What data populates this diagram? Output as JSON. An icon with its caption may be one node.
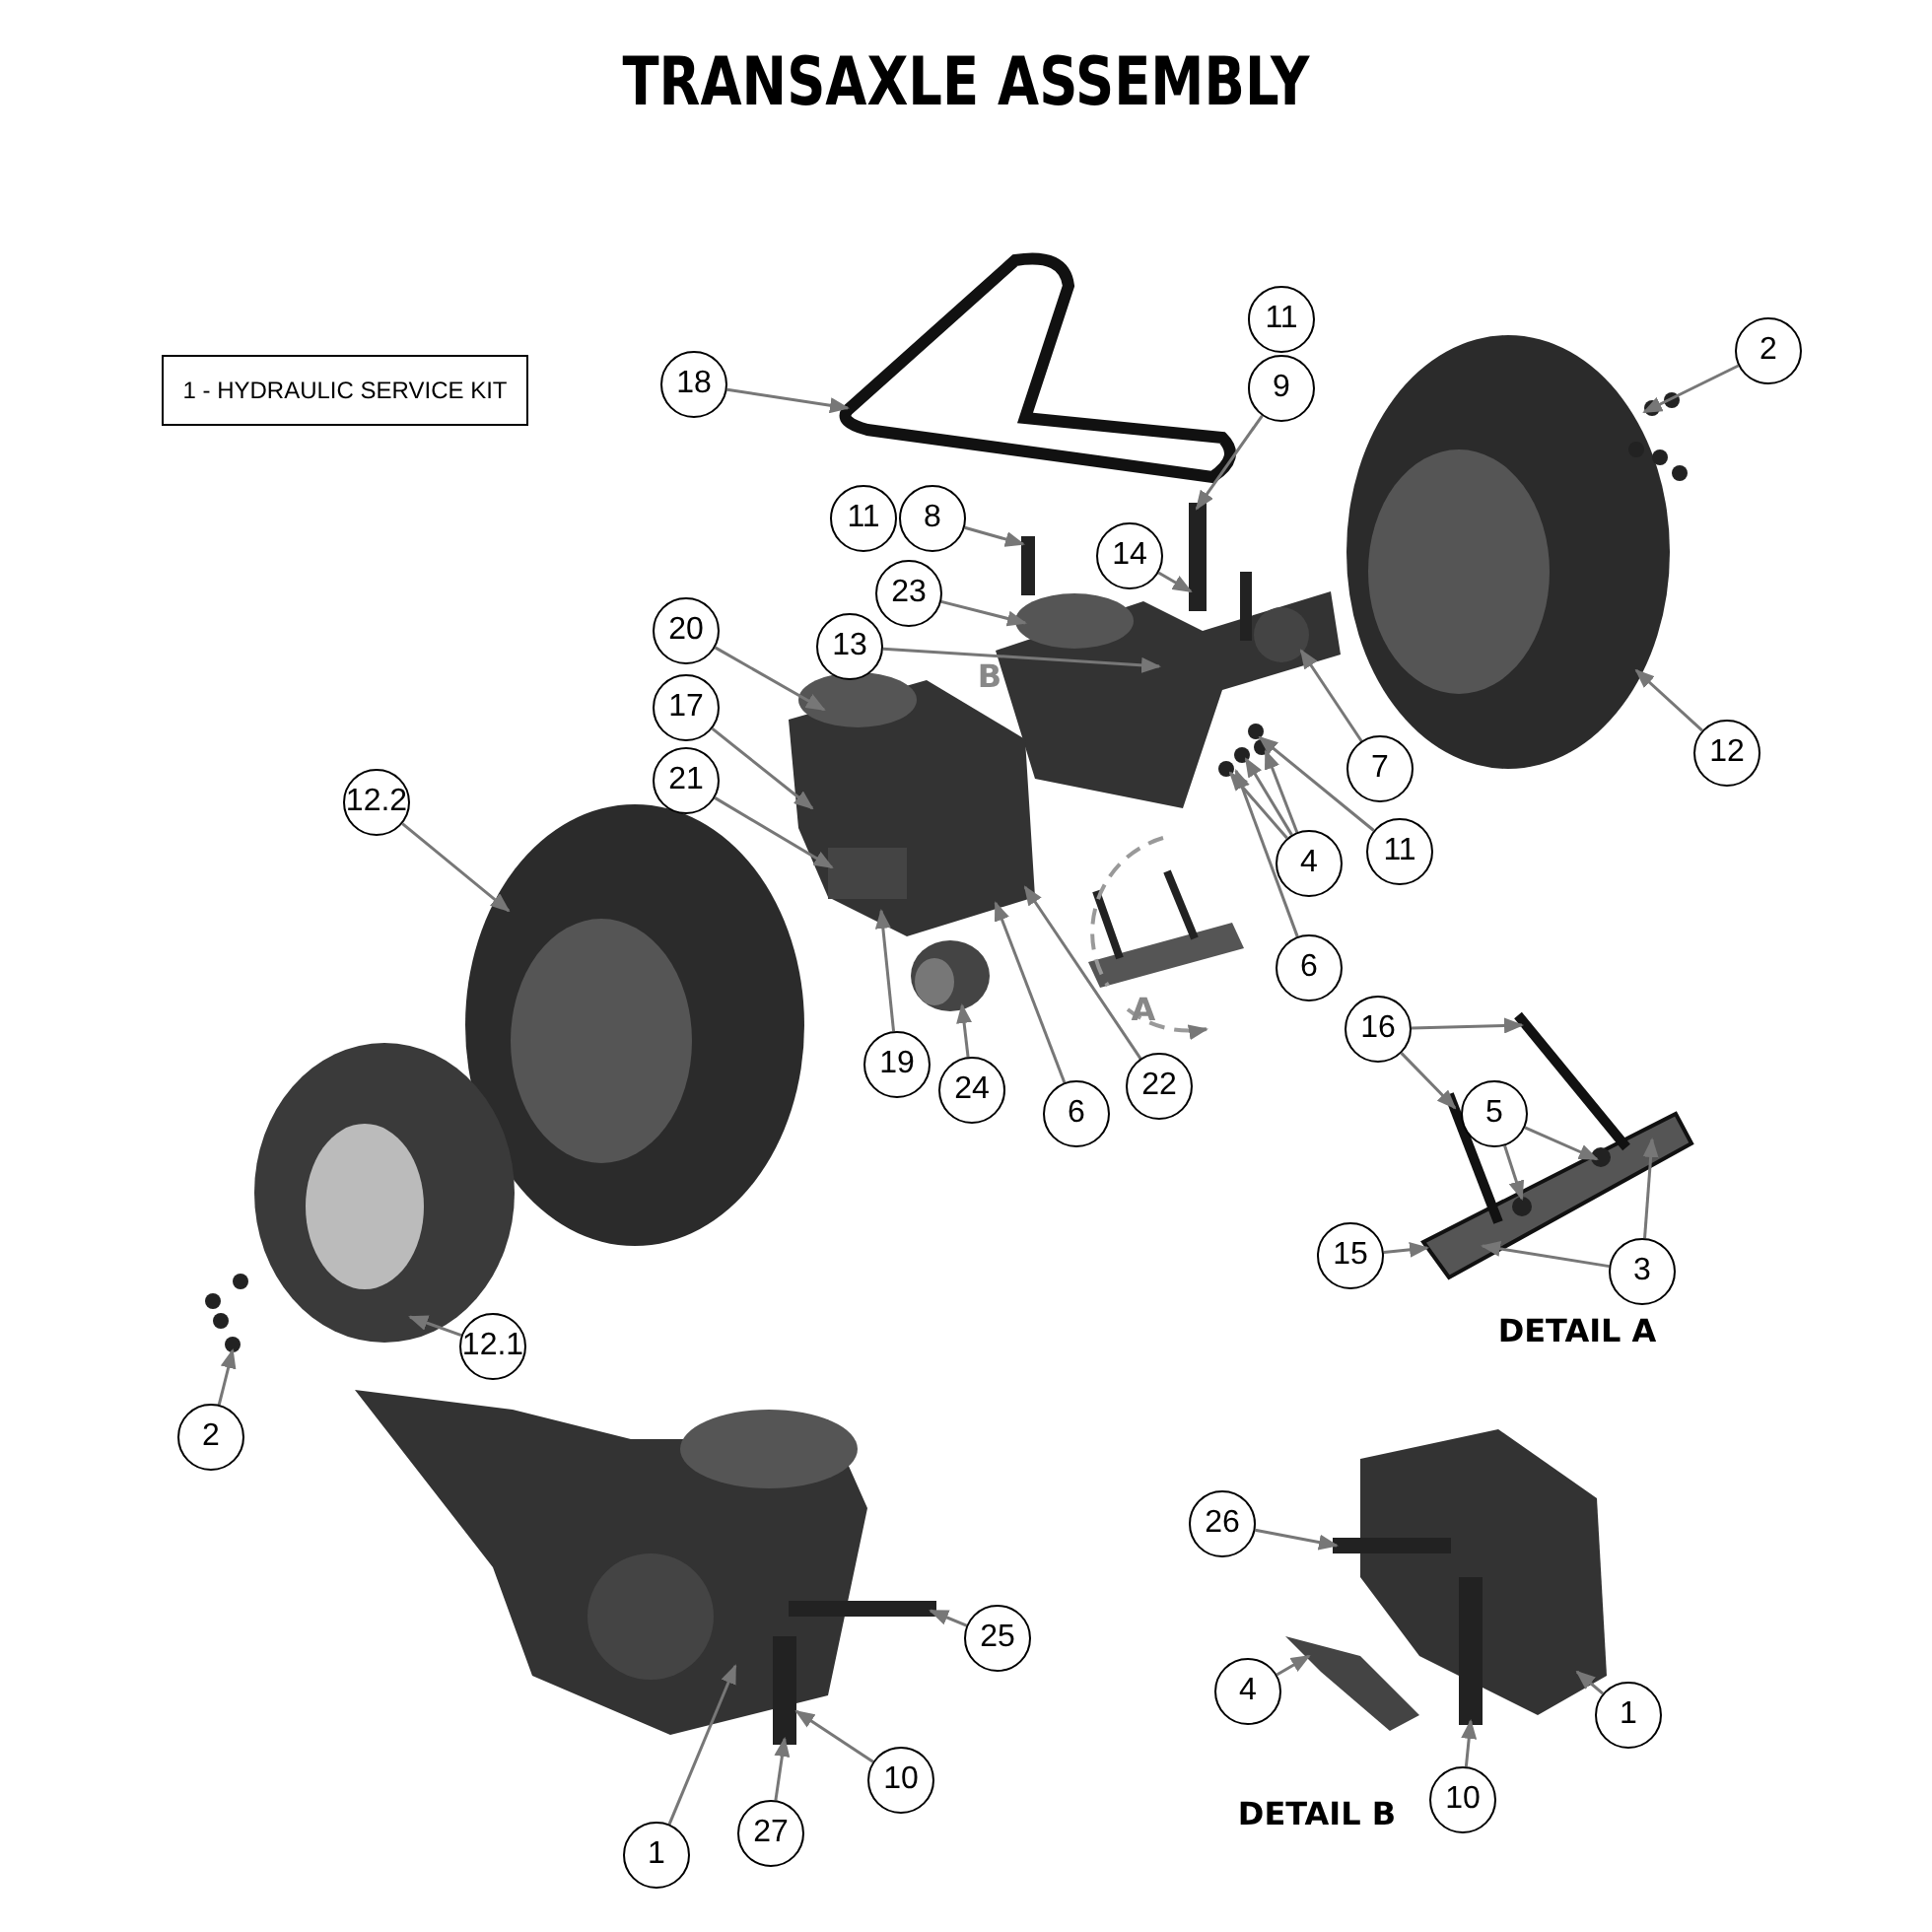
{
  "diagram": {
    "title": "TRANSAXLE ASSEMBLY",
    "nodes": [
      {
        "text": [
          "18"
        ]
      },
      {
        "text": [
          "11"
        ]
      },
      {
        "text": [
          "9"
        ]
      },
      {
        "text": [
          "2"
        ]
      },
      {
        "text": [
          "11"
        ]
      },
      {
        "text": [
          "8"
        ]
      },
      {
        "text": [
          "14"
        ]
      },
      {
        "text": [
          "23"
        ]
      },
      {
        "text": [
          "13"
        ]
      },
      {
        "text": [
          "20"
        ]
      },
      {
        "text": [
          "17"
        ]
      },
      {
        "text": [
          "21"
        ]
      },
      {
        "text": [
          "7"
        ]
      },
      {
        "text": [
          "12"
        ]
      },
      {
        "text": [
          "11"
        ]
      },
      {
        "text": [
          "4"
        ]
      },
      {
        "text": [
          "12.2"
        ]
      },
      {
        "text": [
          "6"
        ]
      },
      {
        "text": [
          "19"
        ]
      },
      {
        "text": [
          "24"
        ]
      },
      {
        "text": [
          "6"
        ]
      },
      {
        "text": [
          "22"
        ]
      },
      {
        "text": [
          "16"
        ]
      },
      {
        "text": [
          "5"
        ]
      },
      {
        "text": [
          "15"
        ]
      },
      {
        "text": [
          "3"
        ]
      },
      {
        "text": [
          "12.1"
        ]
      },
      {
        "text": [
          "2"
        ]
      },
      {
        "text": [
          "26"
        ]
      },
      {
        "text": [
          "4"
        ]
      },
      {
        "text": [
          "1"
        ]
      },
      {
        "text": [
          "10"
        ]
      },
      {
        "text": [
          "25"
        ]
      },
      {
        "text": [
          "10"
        ]
      },
      {
        "text": [
          "27"
        ]
      },
      {
        "text": [
          "1"
        ]
      },
      {
        "text": [
          "1 - HYDRAULIC SERVICE KIT"
        ]
      },
      {
        "text": [],
        "shape": "picture"
      },
      {
        "text": [],
        "shape": "bar"
      },
      {
        "text": [],
        "shape": "picture"
      },
      {
        "text": [],
        "shape": "bar"
      },
      {
        "text": [],
        "shape": "picture"
      },
      {
        "text": [],
        "shape": "picture"
      },
      {
        "text": [],
        "shape": "picture"
      },
      {
        "text": [],
        "shape": "picture"
      },
      {
        "text": [],
        "shape": "picture"
      },
      {
        "text": [],
        "shape": "picture"
      },
      {
        "text": [],
        "shape": "picture"
      },
      {
        "text": [],
        "shape": "picture"
      },
      {
        "text": [],
        "shape": "picture"
      },
      {
        "text": [],
        "shape": "picture"
      },
      {
        "text": [],
        "shape": "picture"
      },
      {
        "text": [],
        "shape": "picture"
      }
    ],
    "edges": [
      {
        "from": 0,
        "to": 37,
        "arrow": "to"
      },
      {
        "from": 2,
        "to": 40,
        "arrow": "to"
      },
      {
        "from": 3,
        "to": 39,
        "arrow": "to"
      },
      {
        "from": 5,
        "to": 38,
        "arrow": "to"
      },
      {
        "from": 6,
        "to": 40,
        "arrow": "to"
      },
      {
        "from": 7,
        "to": 41,
        "arrow": "to"
      },
      {
        "from": 8,
        "to": 41,
        "arrow": "to"
      },
      {
        "from": 9,
        "to": 44,
        "arrow": "to"
      },
      {
        "from": 10,
        "to": 44,
        "arrow": "to"
      },
      {
        "from": 11,
        "to": 44,
        "arrow": "to"
      },
      {
        "from": 12,
        "to": 41,
        "arrow": "to"
      },
      {
        "from": 13,
        "to": 43,
        "arrow": "to"
      },
      {
        "from": 14,
        "to": 42,
        "arrow": "to"
      },
      {
        "from": 15,
        "to": 42,
        "arrow": "to"
      },
      {
        "from": 15,
        "to": 42,
        "arrow": "to"
      },
      {
        "from": 15,
        "to": 42,
        "arrow": "to"
      },
      {
        "from": 16,
        "to": 45,
        "arrow": "to"
      },
      {
        "from": 17,
        "to": 42,
        "arrow": "to"
      },
      {
        "from": 18,
        "to": 44,
        "arrow": "to"
      },
      {
        "from": 19,
        "to": 46,
        "arrow": "to"
      },
      {
        "from": 20,
        "to": 44,
        "arrow": "to"
      },
      {
        "from": 21,
        "to": 44,
        "arrow": "to"
      },
      {
        "from": 22,
        "to": 47,
        "arrow": "to"
      },
      {
        "from": 22,
        "to": 47,
        "arrow": "to"
      },
      {
        "from": 23,
        "to": 47,
        "arrow": "to"
      },
      {
        "from": 23,
        "to": 47,
        "arrow": "to"
      },
      {
        "from": 24,
        "to": 47,
        "arrow": "to"
      },
      {
        "from": 25,
        "to": 47,
        "arrow": "to"
      },
      {
        "from": 25,
        "to": 47,
        "arrow": "to"
      },
      {
        "from": 26,
        "to": 48,
        "arrow": "to"
      },
      {
        "from": 27,
        "to": 49,
        "arrow": "to"
      },
      {
        "from": 28,
        "to": 51,
        "arrow": "to"
      },
      {
        "from": 29,
        "to": 52,
        "arrow": "to"
      },
      {
        "from": 30,
        "to": 51,
        "arrow": "to"
      },
      {
        "from": 31,
        "to": 51,
        "arrow": "to"
      },
      {
        "from": 32,
        "to": 50,
        "arrow": "to"
      },
      {
        "from": 33,
        "to": 50,
        "arrow": "to"
      },
      {
        "from": 34,
        "to": 50,
        "arrow": "to"
      },
      {
        "from": 35,
        "to": 50,
        "arrow": "to"
      }
    ],
    "labels": [
      "B",
      "A",
      "DETAIL A",
      "DETAIL B"
    ]
  }
}
